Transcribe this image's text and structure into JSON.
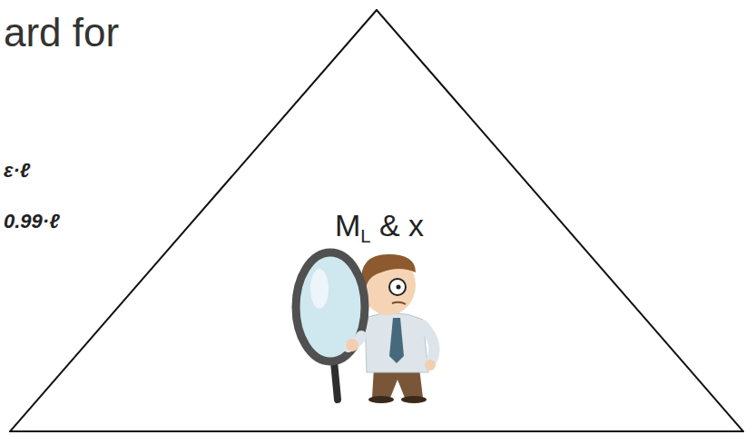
{
  "diagram": {
    "nodes": [
      {
        "text": [
          "ML & x"
        ]
      }
    ],
    "labels": [
      "ard for",
      "ε·ℓ",
      "0.99·ℓ"
    ]
  }
}
